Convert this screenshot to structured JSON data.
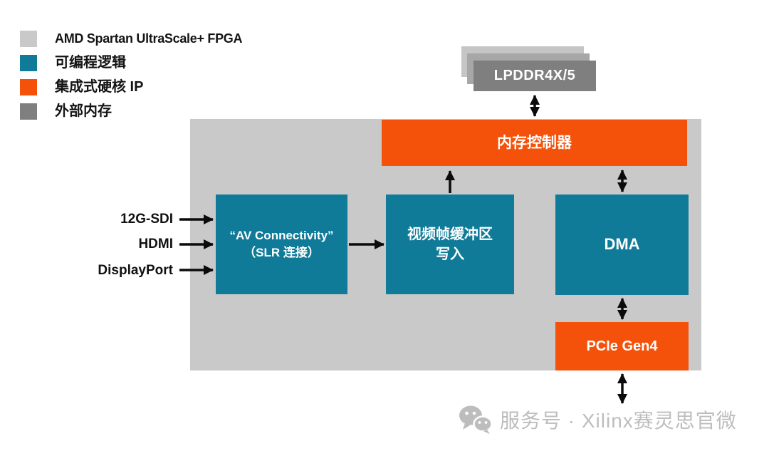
{
  "legend": {
    "items": [
      {
        "label": "AMD Spartan UltraScale+ FPGA",
        "color": "#c9c9c9"
      },
      {
        "label": "可编程逻辑",
        "color": "#0f7b99"
      },
      {
        "label": "集成式硬核 IP",
        "color": "#f4510a"
      },
      {
        "label": "外部内存",
        "color": "#7f7f7f"
      }
    ]
  },
  "diagram": {
    "external_memory": {
      "label": "LPDDR4X/5"
    },
    "memory_controller": {
      "label": "内存控制器"
    },
    "av_connectivity": {
      "line1": "“AV Connectivity”",
      "line2": "（SLR 连接）"
    },
    "video_frame_buffer": {
      "line1": "视频帧缓冲区",
      "line2": "写入"
    },
    "dma": {
      "label": "DMA"
    },
    "pcie": {
      "label": "PCIe Gen4"
    },
    "inputs": [
      "12G-SDI",
      "HDMI",
      "DisplayPort"
    ]
  },
  "watermark": {
    "text": "服务号 · Xilinx赛灵思官微"
  },
  "colors": {
    "programmable_logic_teal": "#0f7b99",
    "hard_ip_orange": "#f4510a",
    "fpga_region_gray": "#c9c9c9",
    "external_memory_dark_gray": "#7f7f7f",
    "stack_mid_gray": "#a7a7a7",
    "stack_back_gray": "#c5c5c5",
    "arrow_black": "#0b0b0b",
    "watermark_gray": "#bdbdbd"
  }
}
